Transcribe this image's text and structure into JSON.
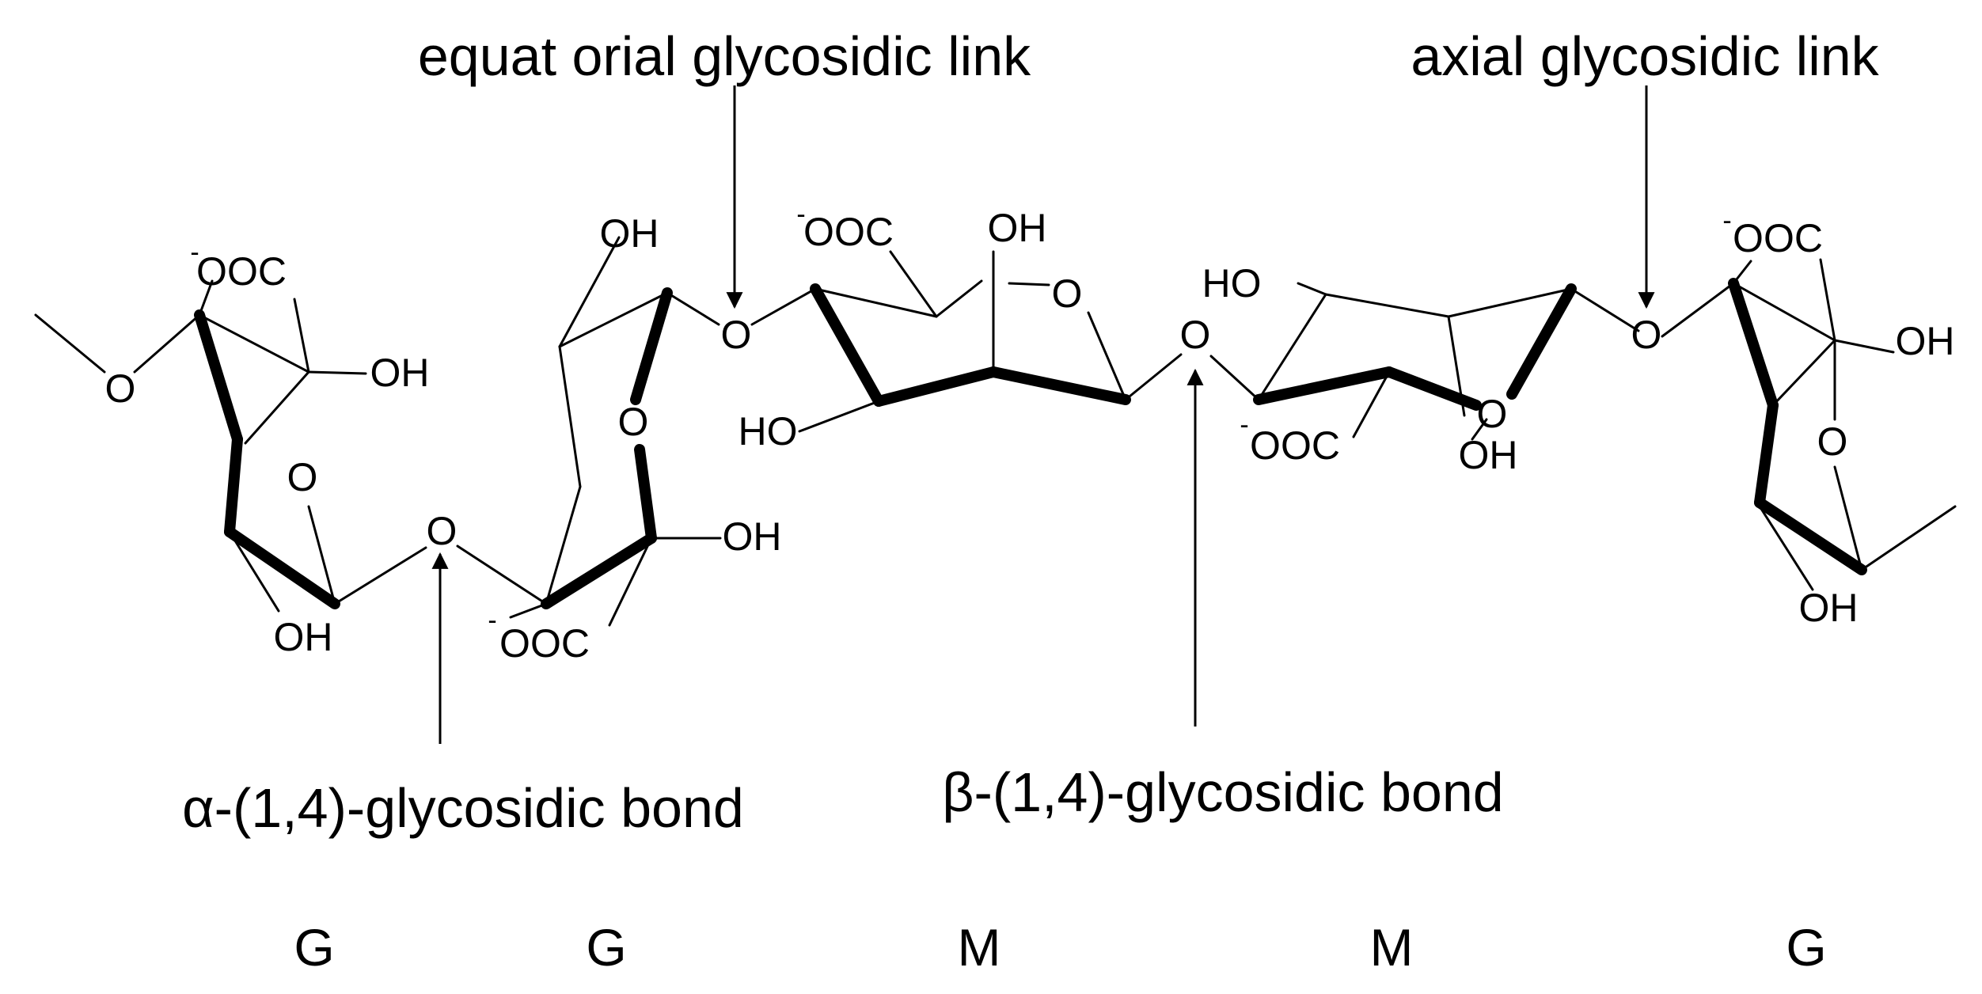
{
  "annotations": {
    "top_left": "equat orial glycosidic link",
    "top_right": "axial glycosidic link",
    "bottom_left": "α-(1,4)-glycosidic bond",
    "bottom_right": "β-(1,4)-glycosidic bond"
  },
  "units": [
    "G",
    "G",
    "M",
    "M",
    "G"
  ],
  "atom_labels": {
    "ring_oxygen": "O",
    "hydroxyl": "OH",
    "hydroxyl_left": "HO",
    "carboxylate": "OOC",
    "charge": "-"
  }
}
